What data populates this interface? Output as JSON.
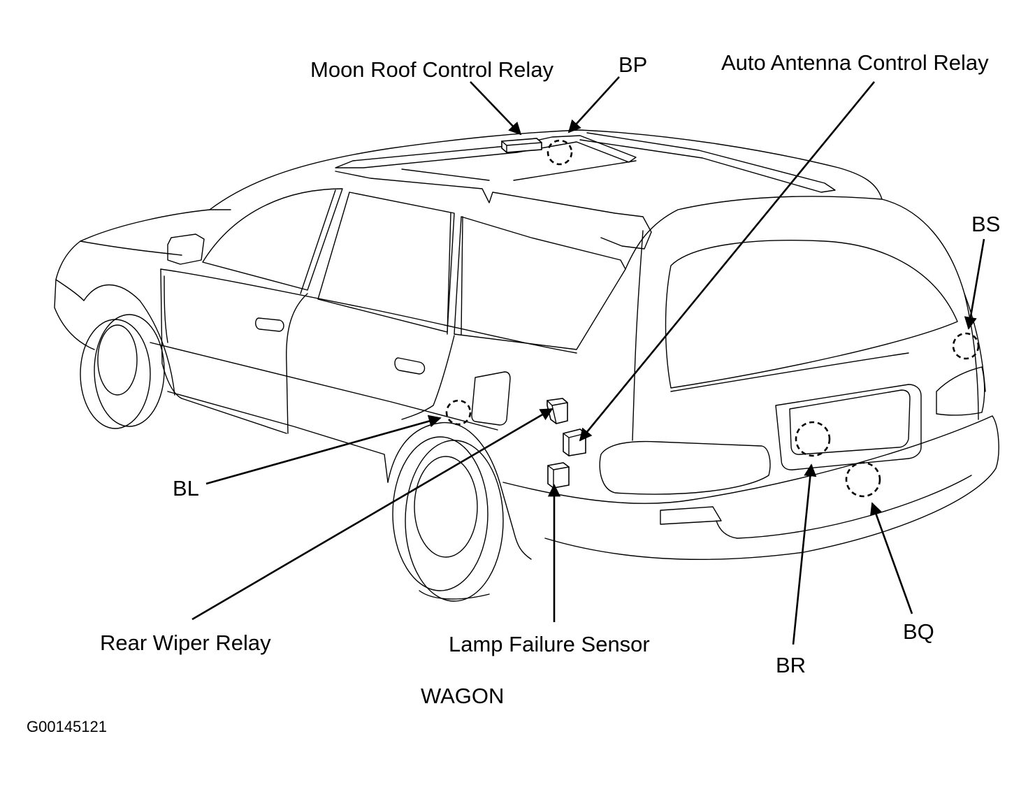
{
  "labels": {
    "moon_roof_control_relay": "Moon Roof Control Relay",
    "bp": "BP",
    "auto_antenna_control_relay": "Auto Antenna Control Relay",
    "bs": "BS",
    "bl": "BL",
    "rear_wiper_relay": "Rear Wiper Relay",
    "lamp_failure_sensor": "Lamp Failure Sensor",
    "br": "BR",
    "bq": "BQ"
  },
  "caption": "WAGON",
  "figure_id": "G00145121"
}
